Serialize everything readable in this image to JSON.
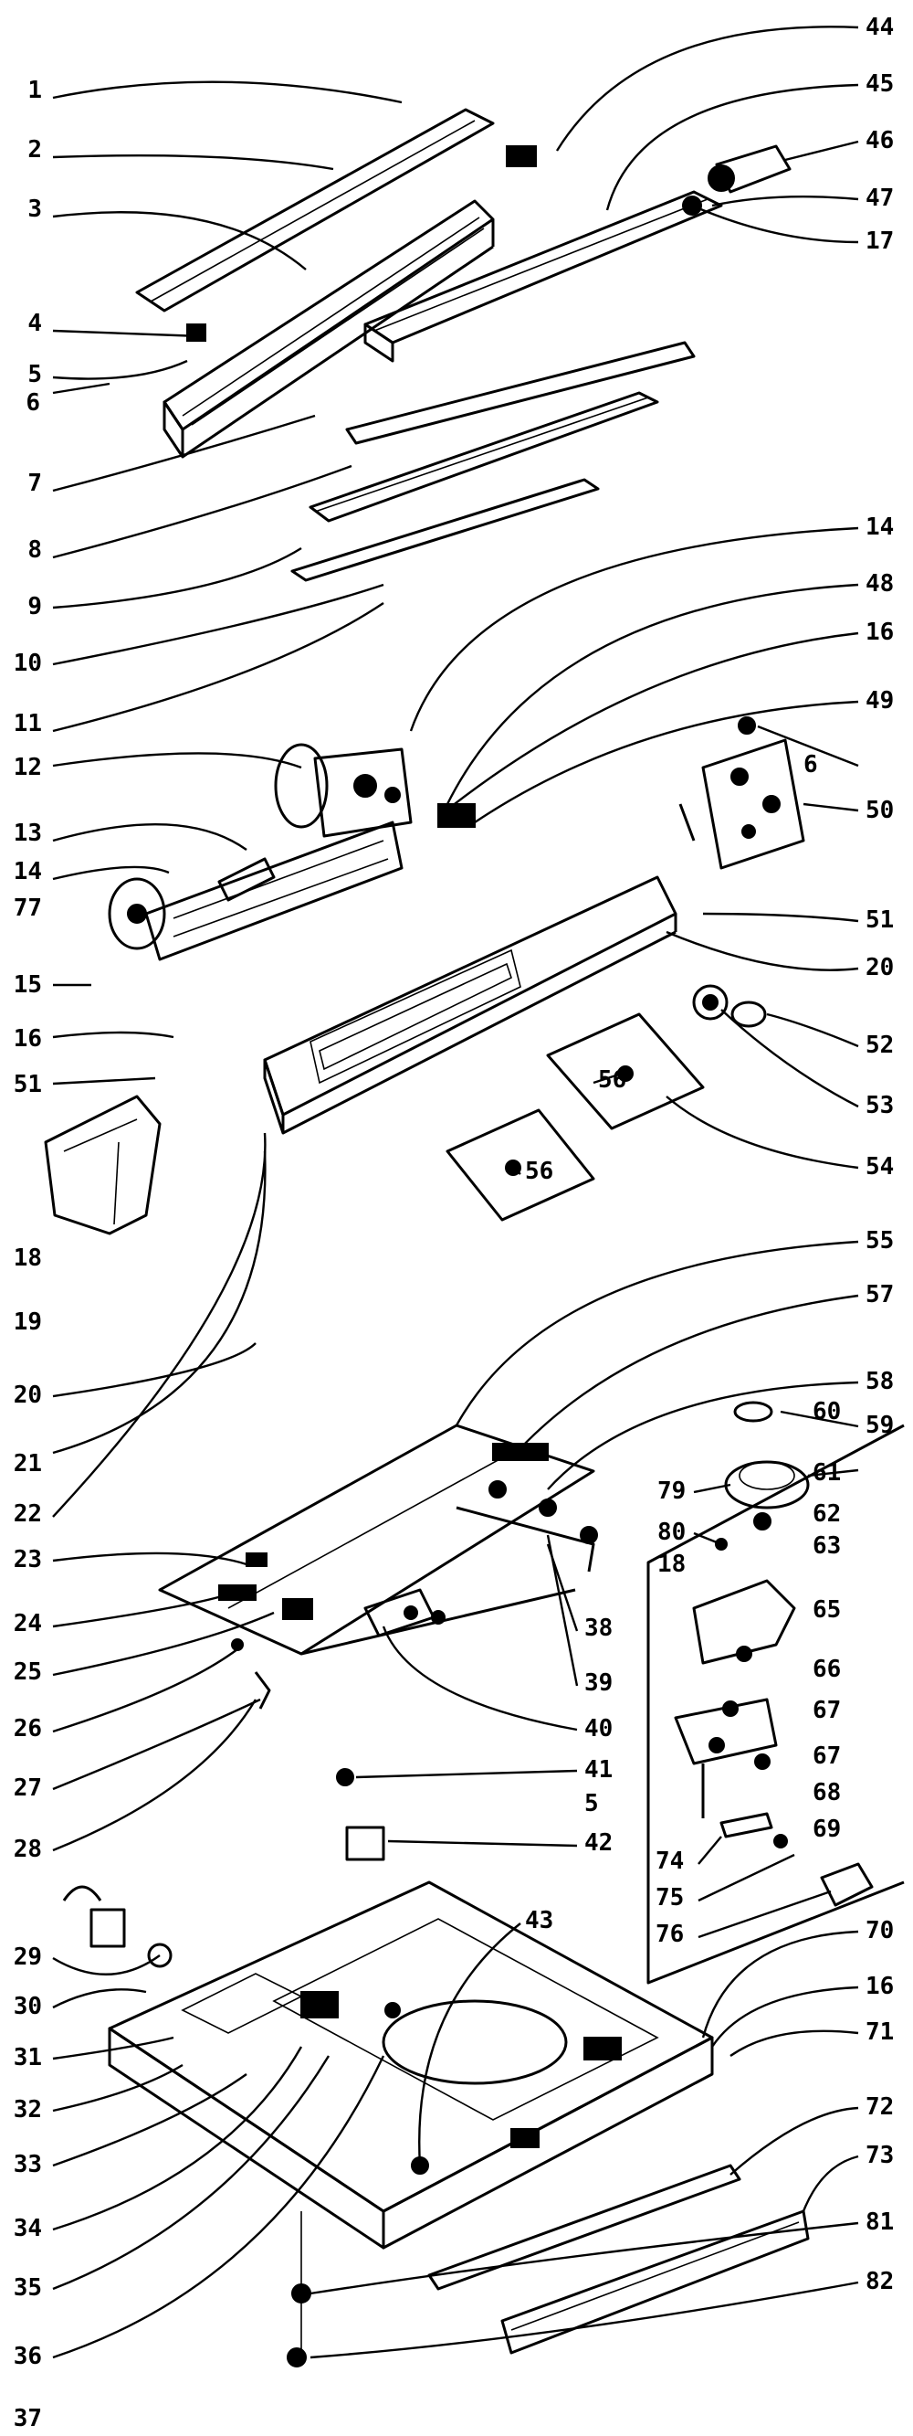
{
  "labels_left": [
    "1",
    "2",
    "3",
    "4",
    "5",
    "6",
    "7",
    "8",
    "9",
    "10",
    "11",
    "12",
    "13",
    "14",
    "77",
    "15",
    "16",
    "51",
    "18",
    "19",
    "20",
    "21",
    "22",
    "23",
    "24",
    "25",
    "26",
    "27",
    "28",
    "29",
    "30",
    "31",
    "32",
    "33",
    "34",
    "35",
    "36",
    "37"
  ],
  "labels_right": [
    "44",
    "45",
    "46",
    "47",
    "17",
    "14",
    "48",
    "16",
    "49",
    "6",
    "50",
    "51",
    "20",
    "52",
    "53",
    "54",
    "55",
    "57",
    "58",
    "59",
    "60",
    "61",
    "62",
    "63",
    "65",
    "66",
    "67",
    "67",
    "68",
    "69",
    "70",
    "16",
    "71",
    "72",
    "73",
    "81",
    "82"
  ],
  "labels_center": [
    "56",
    "56",
    "79",
    "80",
    "18",
    "38",
    "39",
    "40",
    "41",
    "5",
    "42",
    "43",
    "74",
    "75",
    "76"
  ]
}
